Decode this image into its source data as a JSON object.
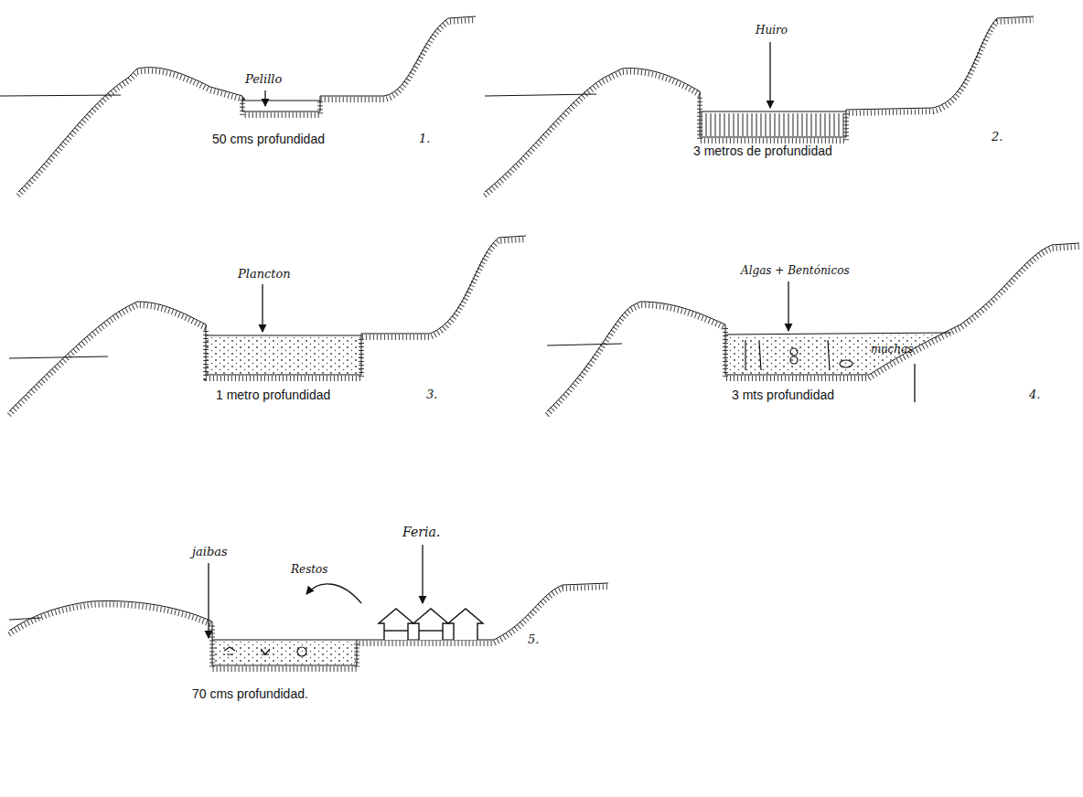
{
  "diagram": {
    "labels": [
      "Pelillo",
      "50 cms profundidad",
      "1.",
      "Huiro",
      "3 metros de profundidad",
      "2.",
      "Plancton",
      "1 metro profundidad",
      "3.",
      "Algas + Bentónicos",
      "machas",
      "3 mts profundidad",
      "4.",
      "jaibas",
      "Restos",
      "Feria.",
      "70 cms profundidad.",
      "5."
    ]
  }
}
